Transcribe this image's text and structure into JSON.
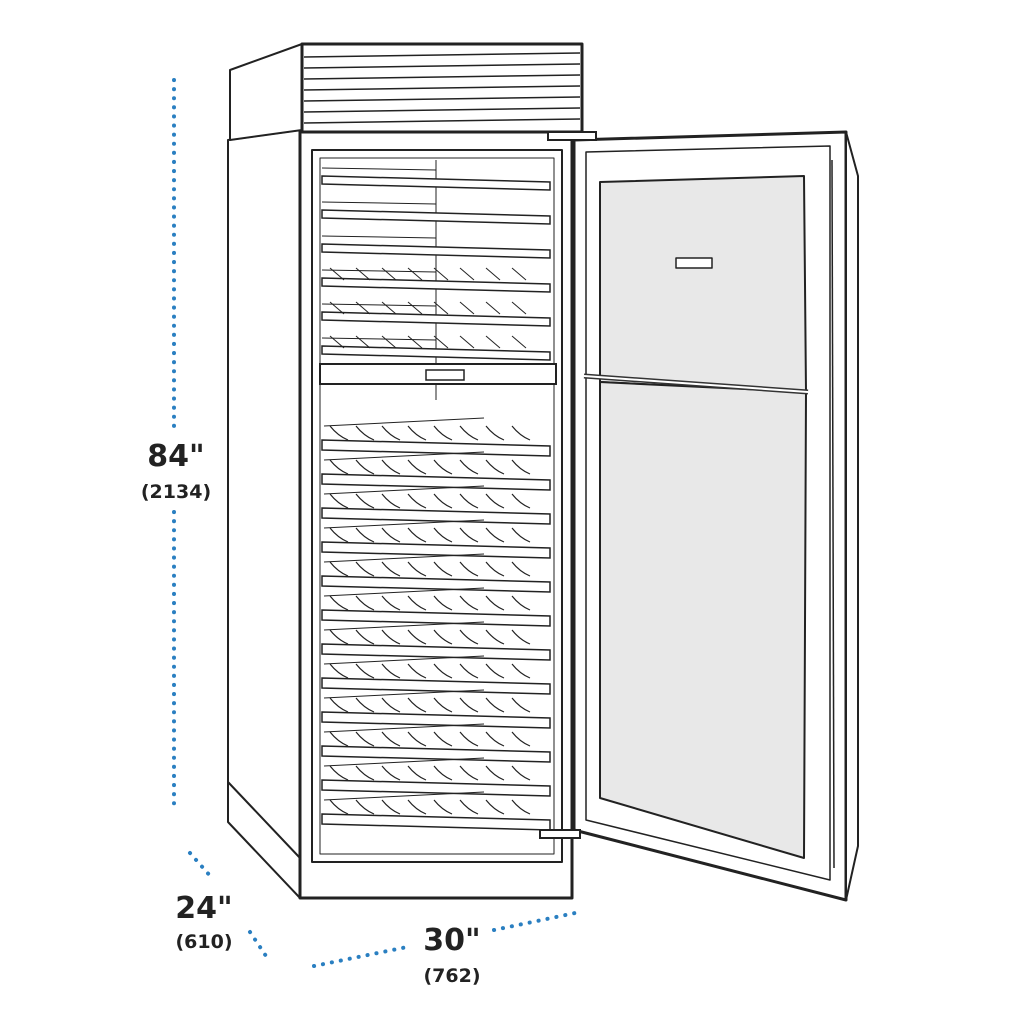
{
  "dimensions": {
    "height": {
      "inches": "84\"",
      "mm": "(2134)"
    },
    "depth": {
      "inches": "24\"",
      "mm": "(610)"
    },
    "width": {
      "inches": "30\"",
      "mm": "(762)"
    }
  },
  "colors": {
    "dimension_dots": "#2a7fc1",
    "outline": "#222222",
    "glass": "#e8e8e8",
    "label_text": "#222222"
  },
  "appliance": {
    "upper_rack_count": 6,
    "lower_rack_count": 12,
    "grille_slat_count": 8
  }
}
